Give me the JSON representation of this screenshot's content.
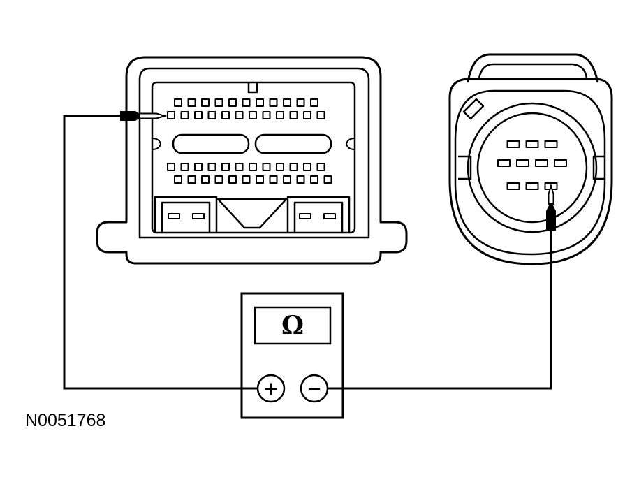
{
  "figure": {
    "id_label": "N0051768"
  },
  "meter": {
    "display_symbol": "Ω",
    "positive_symbol": "+",
    "negative_symbol": "−"
  },
  "module_connector": {
    "top_row_count": 11,
    "second_row_count": 12,
    "third_row_count": 12,
    "fourth_row_count": 12
  },
  "round_connector": {
    "row_counts": [
      3,
      4,
      3
    ]
  },
  "colors": {
    "line": "#000000",
    "background": "#ffffff"
  }
}
